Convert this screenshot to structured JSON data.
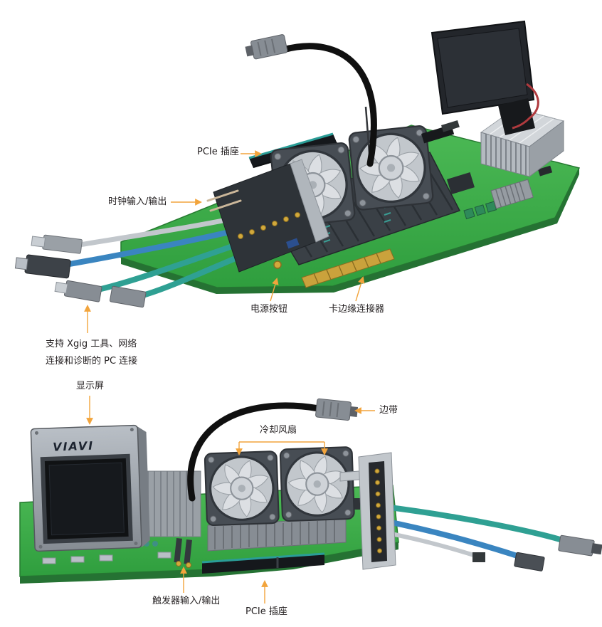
{
  "colors": {
    "arrow": "#f2a43c",
    "pcb_green": "#3fae49",
    "label_text": "#231f20",
    "cable_blue": "#3a85c0",
    "cable_teal": "#2fa093",
    "sideband_black": "#101010"
  },
  "top_view": {
    "labels": {
      "pcie_socket": "PCIe 插座",
      "clock_io": "时钟输入/输出",
      "power_button": "电源按钮",
      "card_edge_connector": "卡边缘连接器",
      "pc_connection_line1": "支持 Xgig 工具、网络",
      "pc_connection_line2": "连接和诊断的 PC 连接"
    }
  },
  "bottom_view": {
    "labels": {
      "display": "显示屏",
      "sideband": "边带",
      "cooling_fans": "冷却风扇",
      "trigger_io": "触发器输入/输出",
      "pcie_socket": "PCIe 插座"
    },
    "brand": "VIAVI"
  },
  "icons": {
    "fan": "cooling-fan-icon",
    "arrow": "annotation-arrow-icon"
  }
}
